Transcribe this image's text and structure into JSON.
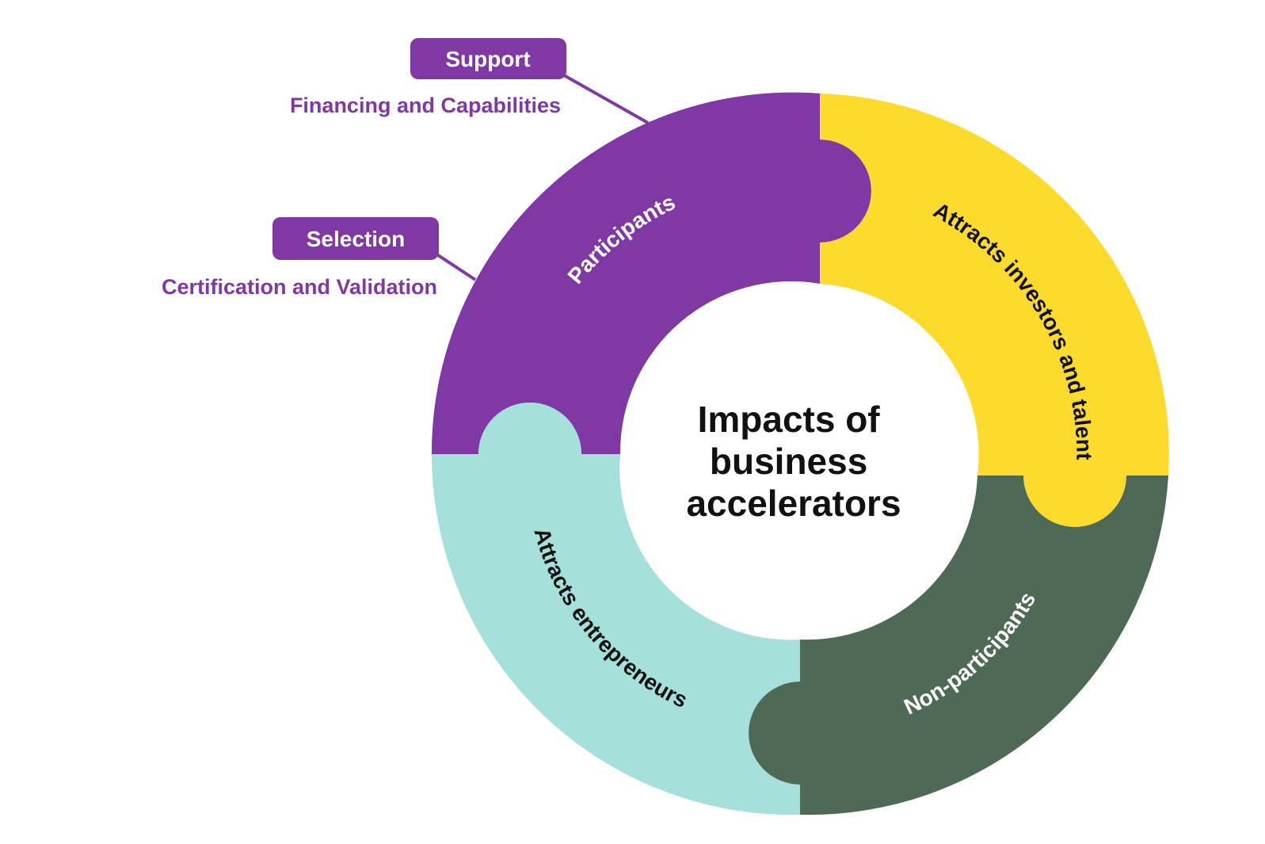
{
  "center": {
    "lines": [
      "Impacts of",
      "business",
      "accelerators"
    ]
  },
  "segments": [
    {
      "label": "Participants",
      "color": "#8038A5",
      "text_color": "#ffffff"
    },
    {
      "label": "Attracts investors and talent",
      "color": "#FDDB2D",
      "text_color": "#111111"
    },
    {
      "label": "Non-participants",
      "color": "#4E6A56",
      "text_color": "#ffffff"
    },
    {
      "label": "Attracts entrepreneurs",
      "color": "#A6E0DB",
      "text_color": "#111111"
    }
  ],
  "callouts": {
    "support": {
      "tag": "Support",
      "subtitle": "Financing and Capabilities"
    },
    "selection": {
      "tag": "Selection",
      "subtitle": "Certification and Validation"
    }
  },
  "colors": {
    "accent_purple": "#8038A5",
    "background": "#ffffff"
  }
}
